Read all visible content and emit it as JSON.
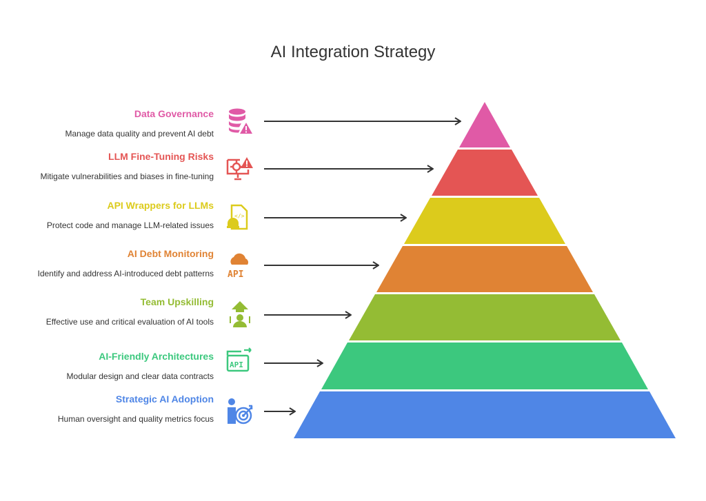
{
  "title": "AI Integration Strategy",
  "levels": [
    {
      "title": "Data Governance",
      "desc": "Manage data quality and prevent AI debt",
      "color": "#e05aa6",
      "icon": "database-warning-icon"
    },
    {
      "title": "LLM Fine-Tuning Risks",
      "desc": "Mitigate vulnerabilities and biases in fine-tuning",
      "color": "#e45554",
      "icon": "monitor-alert-icon"
    },
    {
      "title": "API Wrappers for LLMs",
      "desc": "Protect code and manage LLM-related issues",
      "color": "#dccb1c",
      "icon": "code-file-shield-icon"
    },
    {
      "title": "AI Debt Monitoring",
      "desc": "Identify and address AI-introduced debt patterns",
      "color": "#e08334",
      "icon": "cloud-api-icon"
    },
    {
      "title": "Team Upskilling",
      "desc": "Effective use and critical evaluation of AI tools",
      "color": "#94bc34",
      "icon": "person-arrow-up-icon"
    },
    {
      "title": "AI-Friendly Architectures",
      "desc": "Modular design and clear data contracts",
      "color": "#3cc87e",
      "icon": "api-document-icon"
    },
    {
      "title": "Strategic AI Adoption",
      "desc": "Human oversight and quality metrics focus",
      "color": "#4f86e6",
      "icon": "person-target-icon"
    }
  ],
  "colors": {
    "arrow": "#333333",
    "title": "#333333",
    "desc": "#333333"
  }
}
